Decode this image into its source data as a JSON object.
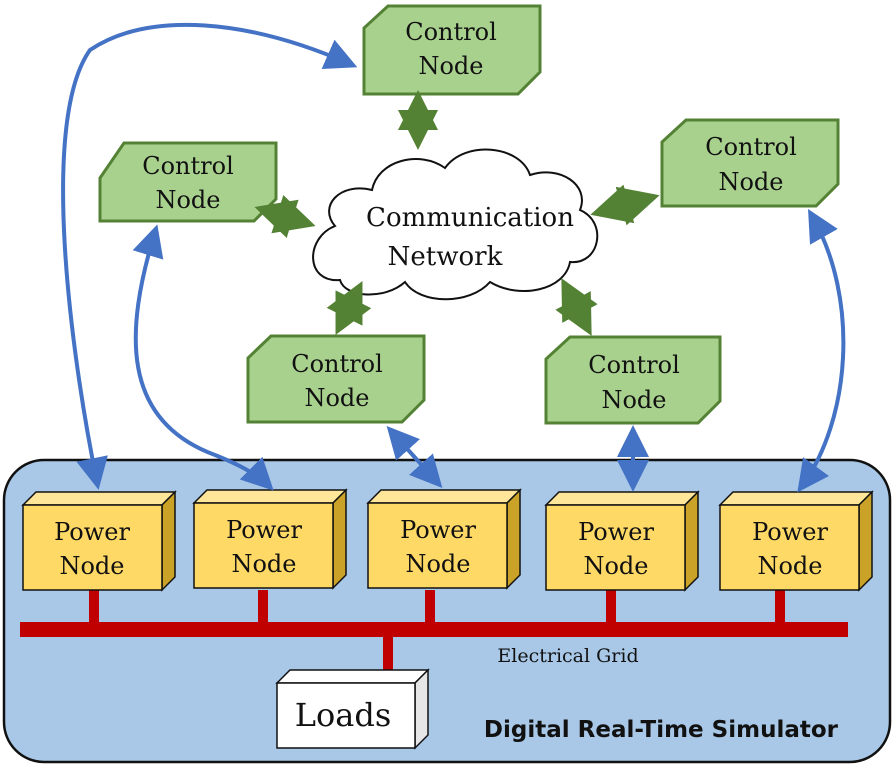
{
  "control_nodes": [
    {
      "line1": "Control",
      "line2": "Node"
    },
    {
      "line1": "Control",
      "line2": "Node"
    },
    {
      "line1": "Control",
      "line2": "Node"
    },
    {
      "line1": "Control",
      "line2": "Node"
    },
    {
      "line1": "Control",
      "line2": "Node"
    }
  ],
  "network": {
    "line1": "Communication",
    "line2": "Network"
  },
  "power_nodes": [
    {
      "line1": "Power",
      "line2": "Node"
    },
    {
      "line1": "Power",
      "line2": "Node"
    },
    {
      "line1": "Power",
      "line2": "Node"
    },
    {
      "line1": "Power",
      "line2": "Node"
    },
    {
      "line1": "Power",
      "line2": "Node"
    }
  ],
  "grid_label": "Electrical Grid",
  "loads_label": "Loads",
  "simulator_label": "Digital Real-Time Simulator",
  "colors": {
    "control_fill": "#a9d18e",
    "control_stroke": "#548235",
    "link_green": "#548235",
    "link_blue": "#4472c4",
    "power_fill": "#ffd966",
    "power_side": "#c9a227",
    "grid_red": "#c00000",
    "simulator_bg": "#a9c8e8"
  }
}
